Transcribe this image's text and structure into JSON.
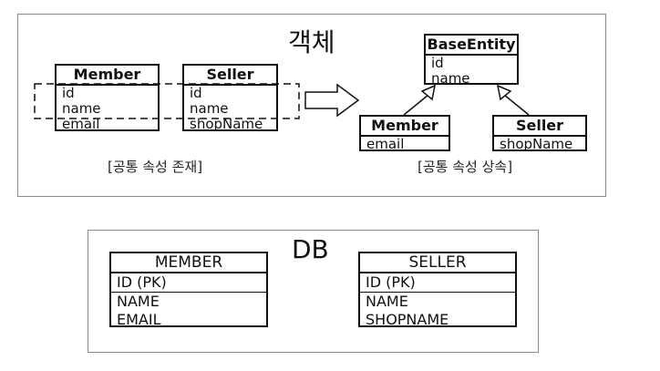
{
  "object_panel": {
    "title": "객체",
    "left_caption": "[공통 속성 존재]",
    "right_caption": "[공통 속성 상속]",
    "left_member": {
      "name": "Member",
      "fields": [
        "id",
        "name",
        "email"
      ]
    },
    "left_seller": {
      "name": "Seller",
      "fields": [
        "id",
        "name",
        "shopName"
      ]
    },
    "base_entity": {
      "name": "BaseEntity",
      "fields": [
        "id",
        "name"
      ]
    },
    "right_member": {
      "name": "Member",
      "fields": [
        "email"
      ]
    },
    "right_seller": {
      "name": "Seller",
      "fields": [
        "shopName"
      ]
    }
  },
  "db_panel": {
    "title": "DB",
    "member_table": {
      "name": "MEMBER",
      "key": "ID (PK)",
      "columns": [
        "NAME",
        "EMAIL"
      ]
    },
    "seller_table": {
      "name": "SELLER",
      "key": "ID (PK)",
      "columns": [
        "NAME",
        "SHOPNAME"
      ]
    }
  },
  "colors": {
    "line": "#111111",
    "border": "#8a8a8a"
  }
}
